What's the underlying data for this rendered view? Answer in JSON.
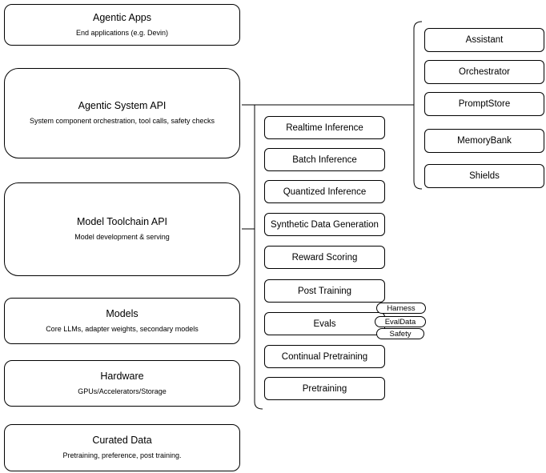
{
  "diagram": {
    "stack_layers": [
      {
        "title": "Agentic Apps",
        "subtitle": "End applications (e.g. Devin)"
      },
      {
        "title": "Agentic System API",
        "subtitle": "System component orchestration, tool calls, safety checks"
      },
      {
        "title": "Model Toolchain API",
        "subtitle": "Model development & serving"
      },
      {
        "title": "Models",
        "subtitle": "Core LLMs, adapter weights, secondary models"
      },
      {
        "title": "Hardware",
        "subtitle": "GPUs/Accelerators/Storage"
      },
      {
        "title": "Curated Data",
        "subtitle": "Pretraining, preference, post training."
      }
    ],
    "toolchain_components": [
      "Realtime Inference",
      "Batch Inference",
      "Quantized Inference",
      "Synthetic Data Generation",
      "Reward Scoring",
      "Post Training",
      "Evals",
      "Continual Pretraining",
      "Pretraining"
    ],
    "evals_subcomponents": [
      "Harness",
      "EvalData",
      "Safety"
    ],
    "system_components": [
      "Assistant",
      "Orchestrator",
      "PromptStore",
      "MemoryBank",
      "Shields"
    ],
    "colors": {
      "border": "#000000",
      "background": "#ffffff",
      "text": "#000000"
    }
  }
}
